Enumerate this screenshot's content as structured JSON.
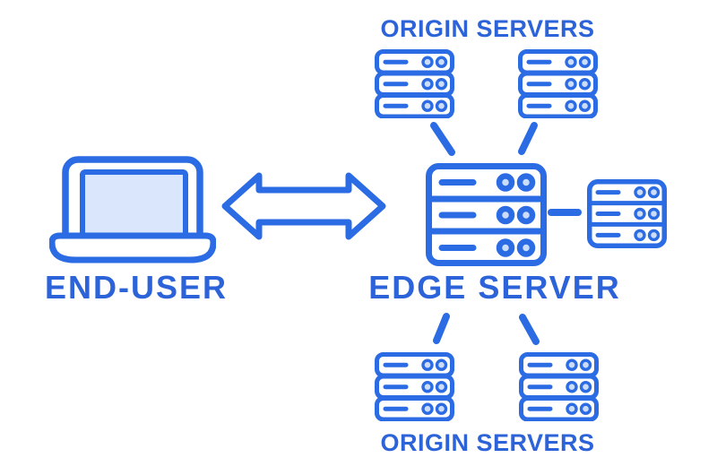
{
  "diagram": {
    "labels": {
      "origin_servers_top": "ORIGIN SERVERS",
      "end_user": "END-USER",
      "edge_server": "EDGE SERVER",
      "origin_servers_bottom": "ORIGIN SERVERS"
    },
    "nodes": {
      "left_node": "end-user laptop",
      "center_node": "edge server rack",
      "satellite_nodes": [
        "origin server top-left",
        "origin server top-right",
        "origin server right",
        "origin server bottom-left",
        "origin server bottom-right"
      ],
      "link": "bidirectional arrow between end-user and edge server"
    },
    "colors": {
      "stroke_blue": "#2B6BE3",
      "text_blue": "#2C63D9",
      "screen_fill": "#DAE6FB",
      "circle_fill": "#CBDDF8",
      "background": "#FFFFFF"
    }
  }
}
